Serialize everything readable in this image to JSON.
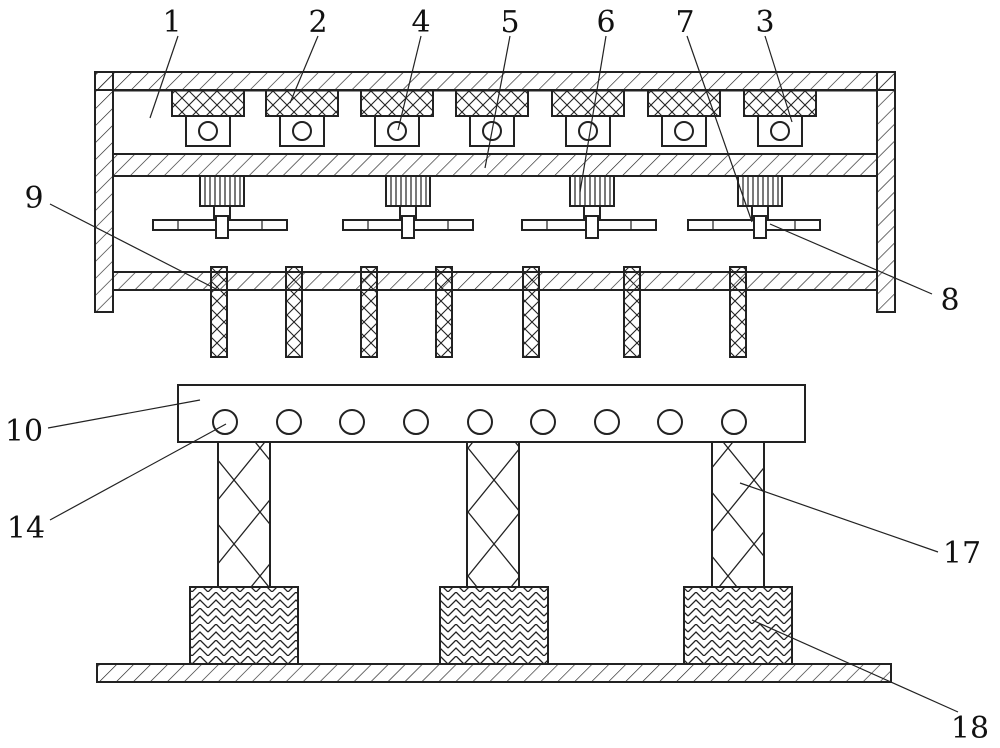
{
  "callouts": {
    "c1": "1",
    "c2": "2",
    "c3": "3",
    "c4": "4",
    "c5": "5",
    "c6": "6",
    "c7": "7",
    "c8": "8",
    "c9": "9",
    "c10": "10",
    "c14": "14",
    "c17": "17",
    "c18": "18"
  },
  "colors": {
    "line": "#222222",
    "background": "#ffffff"
  }
}
